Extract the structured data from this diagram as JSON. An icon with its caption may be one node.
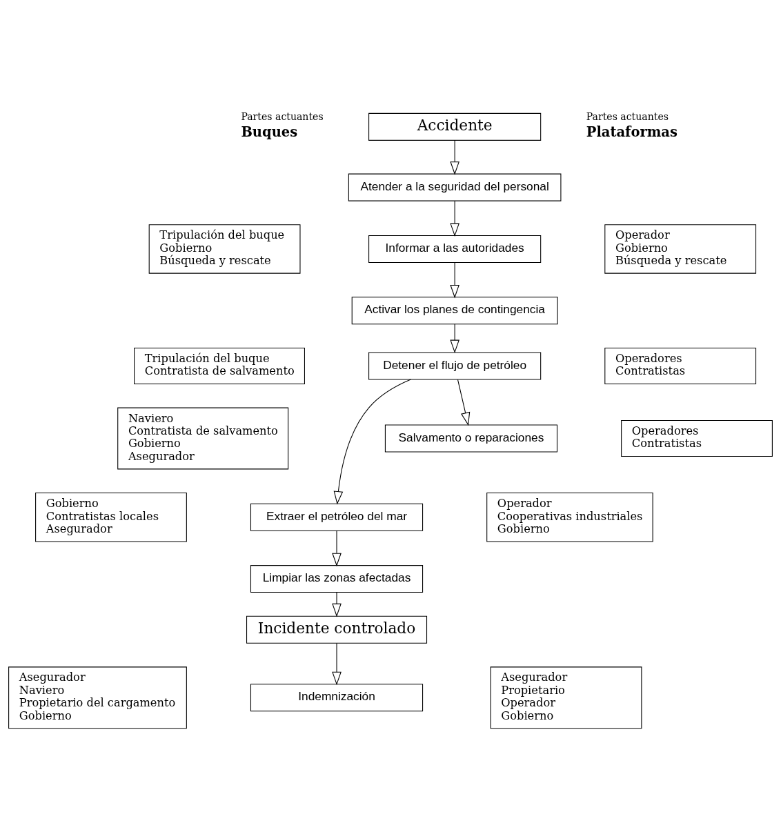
{
  "diagram": {
    "nodes": [
      {
        "text": [
          "Accidente"
        ]
      },
      {
        "text": [
          "Atender a la seguridad del personal"
        ]
      },
      {
        "text": [
          "Informar a las autoridades"
        ]
      },
      {
        "text": [
          "Activar los planes de contingencia"
        ]
      },
      {
        "text": [
          "Detener el flujo de petróleo"
        ]
      },
      {
        "text": [
          "Salvamento o reparaciones"
        ]
      },
      {
        "text": [
          "Extraer el petróleo del mar"
        ]
      },
      {
        "text": [
          "Limpiar las zonas afectadas"
        ]
      },
      {
        "text": [
          "Incidente controlado"
        ]
      },
      {
        "text": [
          "Indemnización"
        ]
      },
      {
        "text": [
          "Tripulación del buque",
          "Gobierno",
          "Búsqueda y rescate"
        ]
      },
      {
        "text": [
          "Tripulación del buque",
          "Contratista de salvamento"
        ]
      },
      {
        "text": [
          "Naviero",
          "Contratista de salvamento",
          "Gobierno",
          "Asegurador"
        ]
      },
      {
        "text": [
          "Gobierno",
          "Contratistas locales",
          "Asegurador"
        ]
      },
      {
        "text": [
          "Asegurador",
          "Naviero",
          "Propietario del cargamento",
          "Gobierno"
        ]
      },
      {
        "text": [
          "Operador",
          "Gobierno",
          "Búsqueda y rescate"
        ]
      },
      {
        "text": [
          "Operadores",
          "Contratistas"
        ]
      },
      {
        "text": [
          "Operadores",
          "Contratistas"
        ]
      },
      {
        "text": [
          "Operador",
          "Cooperativas industriales",
          "Gobierno"
        ]
      },
      {
        "text": [
          "Asegurador",
          "Propietario",
          "Operador",
          "Gobierno"
        ]
      }
    ],
    "edges": [
      {
        "from": 0,
        "to": 1,
        "arrow": "to"
      },
      {
        "from": 1,
        "to": 2,
        "arrow": "to"
      },
      {
        "from": 2,
        "to": 3,
        "arrow": "to"
      },
      {
        "from": 3,
        "to": 4,
        "arrow": "to"
      },
      {
        "from": 4,
        "to": 5,
        "arrow": "to"
      },
      {
        "from": 4,
        "to": 6,
        "arrow": "to"
      },
      {
        "from": 6,
        "to": 7,
        "arrow": "to"
      },
      {
        "from": 7,
        "to": 8,
        "arrow": "to"
      },
      {
        "from": 8,
        "to": 9,
        "arrow": "to"
      }
    ],
    "labels": [
      "Partes actuantes",
      "Buques",
      "Partes actuantes",
      "Plataformas"
    ]
  }
}
